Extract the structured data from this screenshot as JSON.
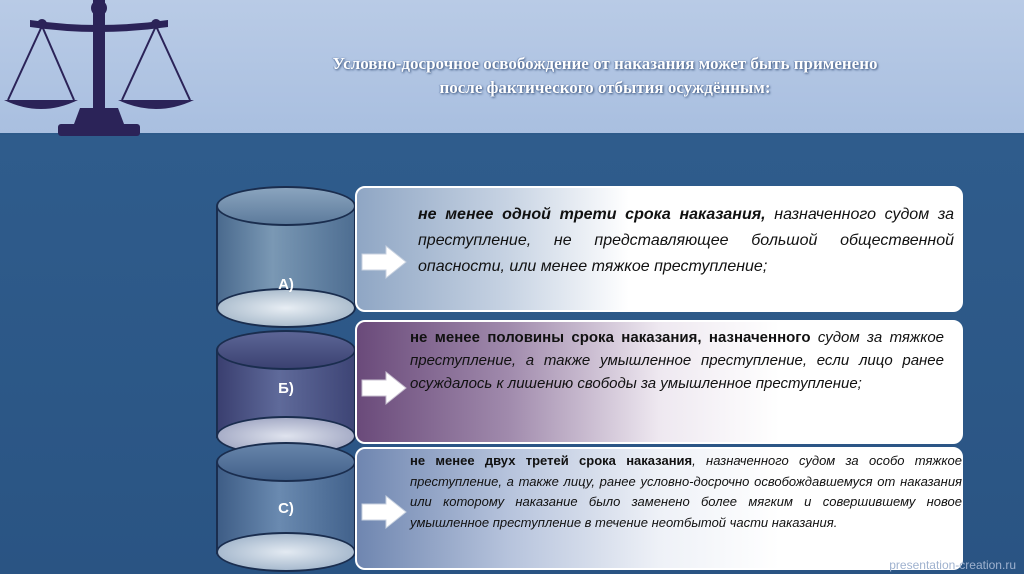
{
  "title": {
    "line1": "Условно-досрочное освобождение от наказания может быть применено",
    "line2": "после фактического отбытия осуждённым:"
  },
  "items": [
    {
      "label": "А)",
      "bold": "не менее одной трети срока наказания,",
      "text": " назначенного судом за преступление, не представляющее большой общественной опасности, или менее тяжкое преступление;"
    },
    {
      "label": "Б)",
      "bold": "не менее половины срока наказания, назначенного",
      "text": " судом за тяжкое преступление, а также умышленное преступление, если лицо ранее осуждалось к лишению свободы за умышленное преступление;"
    },
    {
      "label": "С)",
      "bold": "не менее двух третей срока наказания",
      "text": ", назначенного судом за особо тяжкое преступление, а также лицу, ранее условно-досрочно освобождавшемуся от наказания или которому наказание было заменено более мягким и совершившему новое умышленное преступление в течение неотбытой части наказания."
    }
  ],
  "watermark": "presentation-creation.ru",
  "icons": {
    "header": "scales-of-justice-icon",
    "pointer": "arrow-right-icon"
  },
  "colors": {
    "header": "#b9cbe6",
    "panel": "#2d5a8a",
    "scales": "#2b2358"
  }
}
